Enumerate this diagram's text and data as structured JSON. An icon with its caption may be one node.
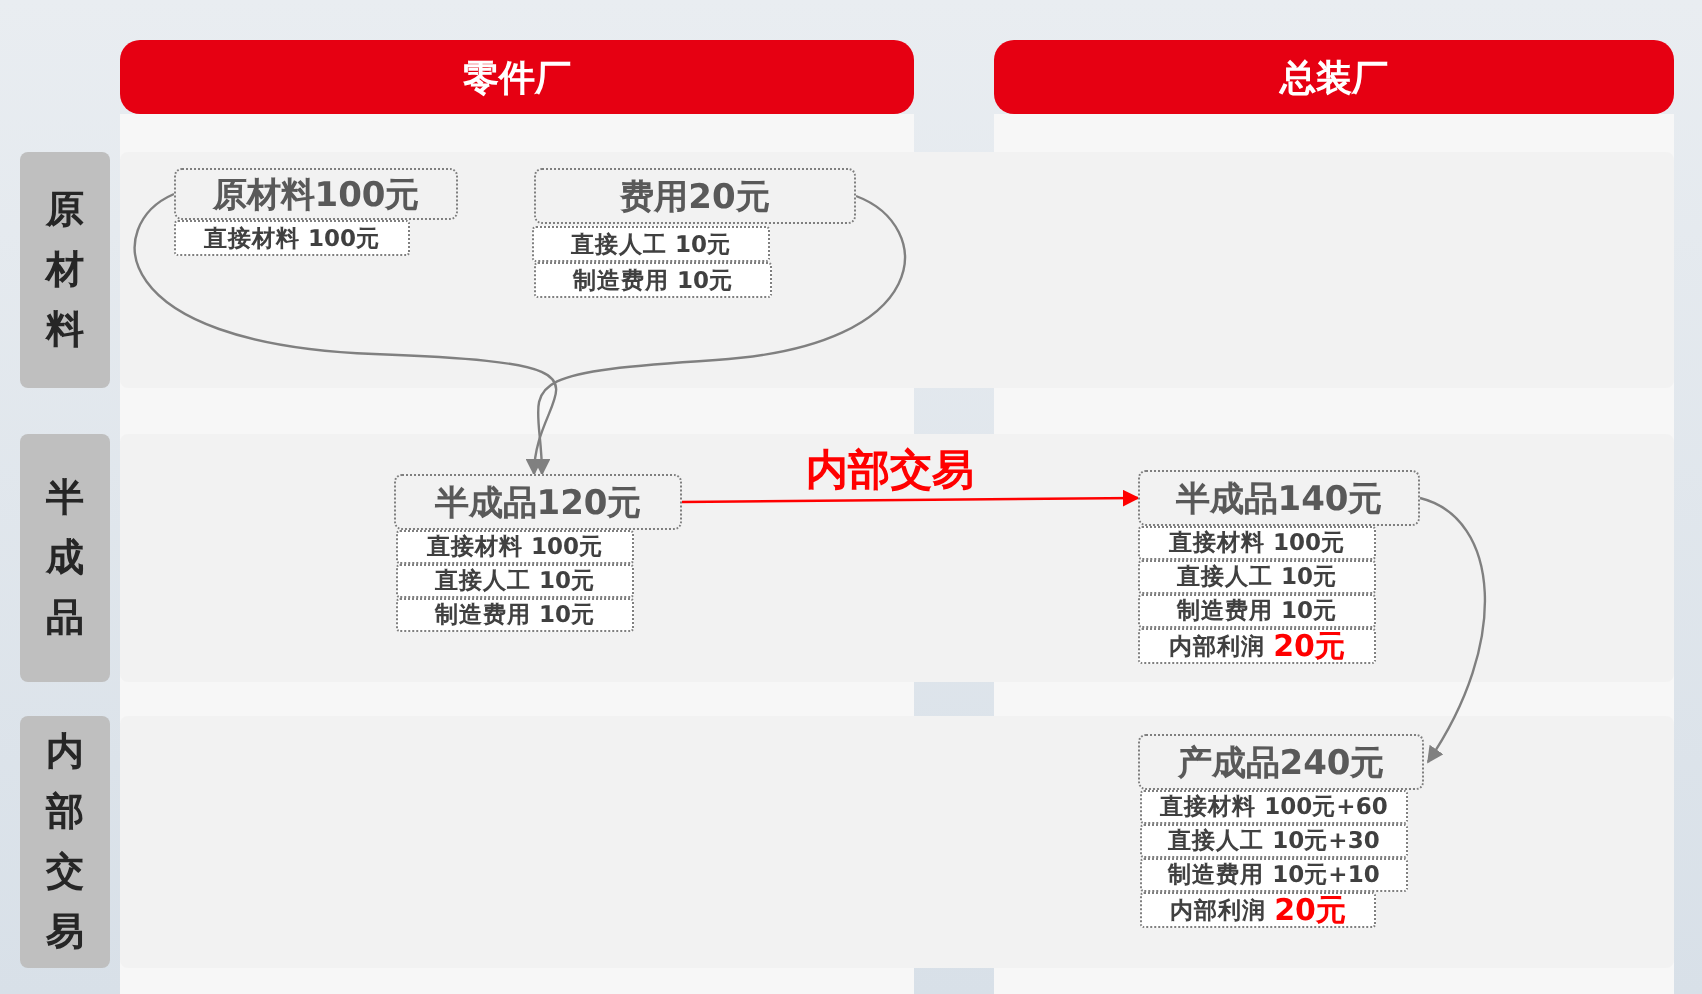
{
  "diagram": {
    "nodes": [
      {
        "text": [
          "零件厂"
        ]
      },
      {
        "text": [
          "总装厂"
        ]
      },
      {
        "text": [
          "原材料"
        ]
      },
      {
        "text": [
          "原材料100元"
        ]
      },
      {
        "text": [
          "直接材料 100元"
        ]
      },
      {
        "text": [
          "费用20元"
        ]
      },
      {
        "text": [
          "直接人工 10元"
        ]
      },
      {
        "text": [
          "制造费用 10元"
        ]
      },
      {
        "text": [
          "半成品"
        ]
      },
      {
        "text": [
          "半成品120元"
        ]
      },
      {
        "text": [
          "直接材料 100元"
        ]
      },
      {
        "text": [
          "直接人工 10元"
        ]
      },
      {
        "text": [
          "制造费用 10元"
        ]
      },
      {
        "text": [
          "半成品140元"
        ]
      },
      {
        "text": [
          "直接材料 100元"
        ]
      },
      {
        "text": [
          "直接人工 10元"
        ]
      },
      {
        "text": [
          "制造费用 10元"
        ]
      },
      {
        "text": [
          "内部利润",
          "20元"
        ]
      },
      {
        "text": [
          "内部交易"
        ]
      },
      {
        "text": [
          "产成品240元"
        ]
      },
      {
        "text": [
          "直接材料 100元+60"
        ]
      },
      {
        "text": [
          "直接人工 10元+30"
        ]
      },
      {
        "text": [
          "制造费用 10元+10"
        ]
      },
      {
        "text": [
          "内部利润",
          "20元"
        ]
      }
    ],
    "edges": [
      {
        "from": 3,
        "to": 9,
        "arrow": "to"
      },
      {
        "from": 5,
        "to": 9,
        "arrow": "to"
      },
      {
        "from": 9,
        "to": 13,
        "arrow": "to",
        "label": "内部交易",
        "color": "#ff0000"
      },
      {
        "from": 13,
        "to": 19,
        "arrow": "to"
      }
    ]
  }
}
